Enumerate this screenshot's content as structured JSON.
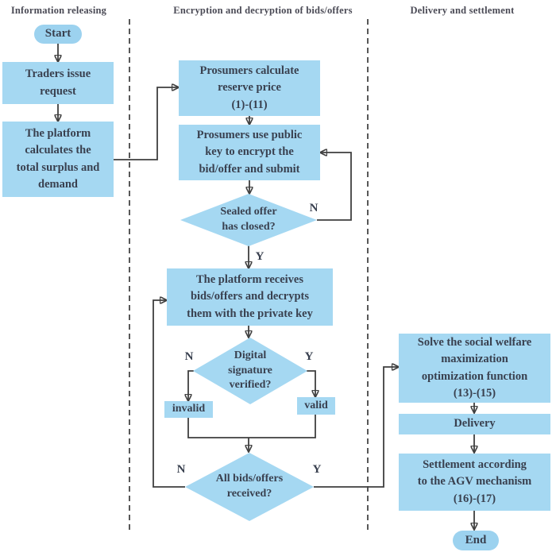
{
  "lanes": [
    {
      "title": "Information releasing"
    },
    {
      "title": "Encryption and decryption of bids/offers"
    },
    {
      "title": "Delivery and settlement"
    }
  ],
  "branch": {
    "yes": "Y",
    "no": "N"
  },
  "nodes": {
    "start": {
      "label": "Start",
      "type": "terminal"
    },
    "traders_issue_request": {
      "label": "Traders issue\nrequest",
      "type": "process"
    },
    "platform_calculates": {
      "label": "The platform\ncalculates the\ntotal surplus and\ndemand",
      "type": "process"
    },
    "prosumers_calculate": {
      "label": "Prosumers calculate\nreserve price\n(1)-(11)",
      "type": "process"
    },
    "prosumers_encrypt": {
      "label": "Prosumers use public\nkey to encrypt the\nbid/offer and submit",
      "type": "process"
    },
    "sealed_offer_closed": {
      "label": "Sealed offer\nhas closed?",
      "type": "decision"
    },
    "platform_receives": {
      "label": "The platform receives\nbids/offers and decrypts\nthem with the private key",
      "type": "process"
    },
    "signature_verified": {
      "label": "Digital\nsignature\nverified?",
      "type": "decision"
    },
    "invalid": {
      "label": "invalid",
      "type": "process"
    },
    "valid": {
      "label": "valid",
      "type": "process"
    },
    "all_bids_received": {
      "label": "All bids/offers\nreceived?",
      "type": "decision"
    },
    "solve_social_welfare": {
      "label": "Solve the social welfare\nmaximization\noptimization function\n(13)-(15)",
      "type": "process"
    },
    "delivery": {
      "label": "Delivery",
      "type": "process"
    },
    "settlement": {
      "label": "Settlement according\nto the AGV mechanism\n(16)-(17)",
      "type": "process"
    },
    "end": {
      "label": "End",
      "type": "terminal"
    }
  },
  "colors": {
    "node_fill": "#a5d8f2",
    "terminal_fill": "#9cd2ef",
    "text": "#39404f",
    "line": "#3f3f3f",
    "lane_title_text": "#4a4a55",
    "background": "#ffffff"
  }
}
